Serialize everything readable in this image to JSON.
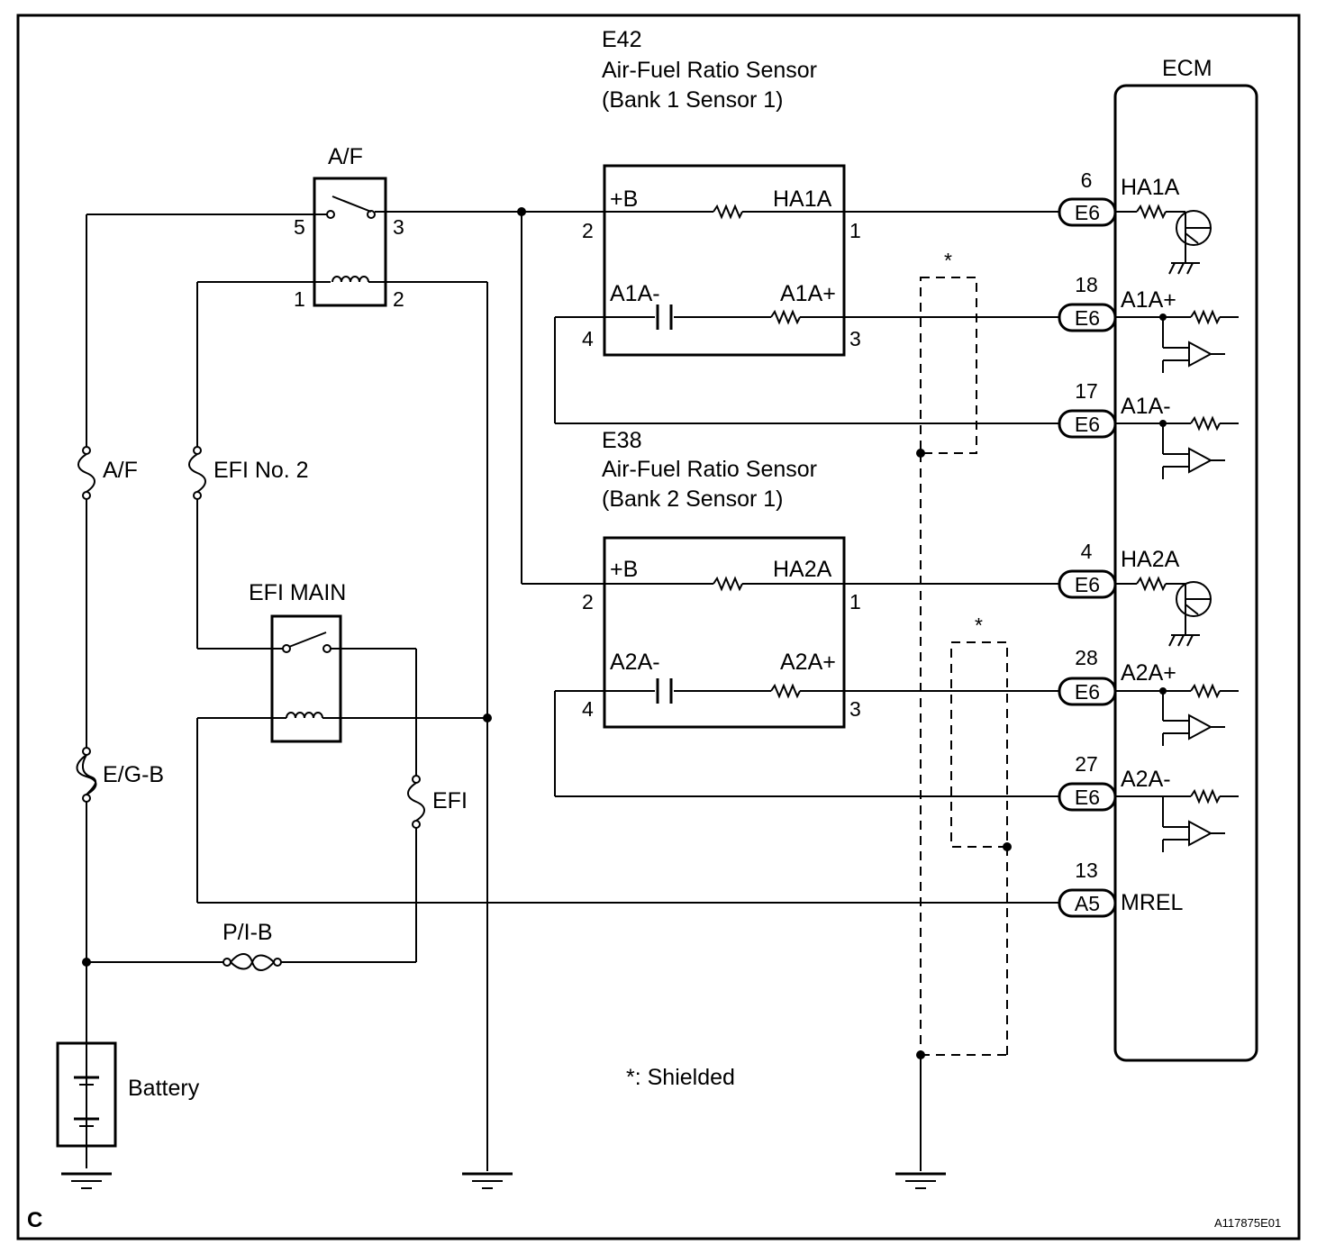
{
  "frame": {
    "corner_letter": "C",
    "figure_code": "A117875E01"
  },
  "shield_note": "*: Shielded",
  "shield_mark": "*",
  "ecm": {
    "title": "ECM"
  },
  "bank1_sensor": {
    "code": "E42",
    "name": "Air-Fuel Ratio Sensor",
    "position": "(Bank 1 Sensor 1)",
    "pins": {
      "pb_label": "+B",
      "heater_label": "HA1A",
      "neg_label": "A1A-",
      "pos_label": "A1A+",
      "pin_pb": "2",
      "pin_heater": "1",
      "pin_neg": "4",
      "pin_pos": "3"
    }
  },
  "bank2_sensor": {
    "code": "E38",
    "name": "Air-Fuel Ratio Sensor",
    "position": "(Bank 2 Sensor 1)",
    "pins": {
      "pb_label": "+B",
      "heater_label": "HA2A",
      "neg_label": "A2A-",
      "pos_label": "A2A+",
      "pin_pb": "2",
      "pin_heater": "1",
      "pin_neg": "4",
      "pin_pos": "3"
    }
  },
  "af_relay": {
    "label": "A/F",
    "pins": {
      "p5": "5",
      "p3": "3",
      "p1": "1",
      "p2": "2"
    }
  },
  "efi_main_relay": {
    "label": "EFI MAIN"
  },
  "fuses": {
    "af": "A/F",
    "efi_no2": "EFI No. 2",
    "egb": "E/G-B",
    "efi": "EFI",
    "pib": "P/I-B"
  },
  "battery": {
    "label": "Battery"
  },
  "ecm_terminals": [
    {
      "pin": "6",
      "connector": "E6",
      "signal": "HA1A"
    },
    {
      "pin": "18",
      "connector": "E6",
      "signal": "A1A+"
    },
    {
      "pin": "17",
      "connector": "E6",
      "signal": "A1A-"
    },
    {
      "pin": "4",
      "connector": "E6",
      "signal": "HA2A"
    },
    {
      "pin": "28",
      "connector": "E6",
      "signal": "A2A+"
    },
    {
      "pin": "27",
      "connector": "E6",
      "signal": "A2A-"
    },
    {
      "pin": "13",
      "connector": "A5",
      "signal": "MREL"
    }
  ]
}
